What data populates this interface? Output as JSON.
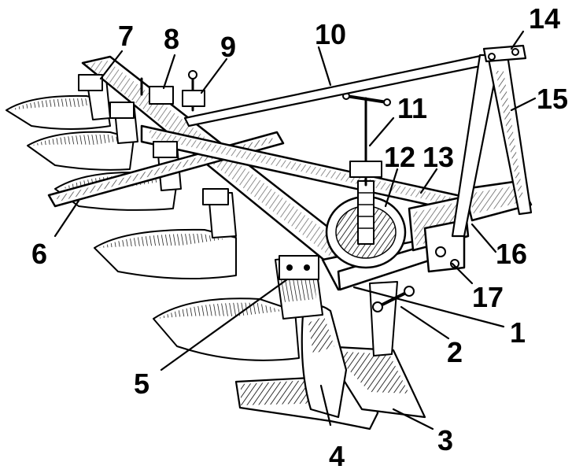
{
  "figure": {
    "labels": [
      "1",
      "2",
      "3",
      "4",
      "5",
      "6",
      "7",
      "8",
      "9",
      "10",
      "11",
      "12",
      "13",
      "14",
      "15",
      "16",
      "17"
    ]
  }
}
